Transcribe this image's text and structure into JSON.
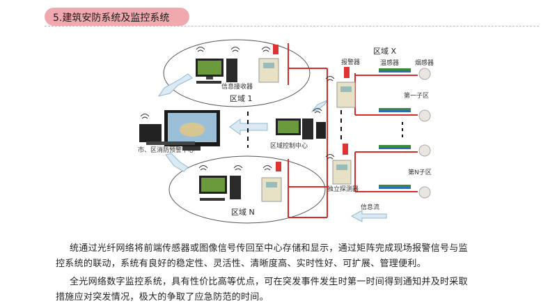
{
  "header": {
    "title": "5.建筑安防系统及监控系统"
  },
  "diagram": {
    "zone_1": "区域 1",
    "zone_n": "区域 N",
    "zone_x": "区域 X",
    "info_receiver": "信息接收器",
    "city_center": "市、区消防预警中心",
    "area_control": "区域控制中心",
    "alarm": "报警器",
    "temp_sensor": "温感器",
    "smoke_sensor": "烟感器",
    "sub_zone_1": "第一子区",
    "sub_zone_n": "第N子区",
    "independent_detector": "独立探测器",
    "info_flow": "信息流"
  },
  "body": {
    "para1_line1": "统通过光纤网络将前端传感器或图像信号传回至中心存储和显示，通过矩阵完成现场报警信号与监",
    "para1_line2": "控系统的联动，系统有良好的稳定性、灵活性、清晰度高、实时性好、可扩展、管理便利。",
    "para2_line1": "全光网络数字监控系统，具有性价比高等优点，可在突发事件发生时第一时间得到通知并及时采取",
    "para2_line2": "措施应对突发情况，极大的争取了应急防范的时间。"
  }
}
